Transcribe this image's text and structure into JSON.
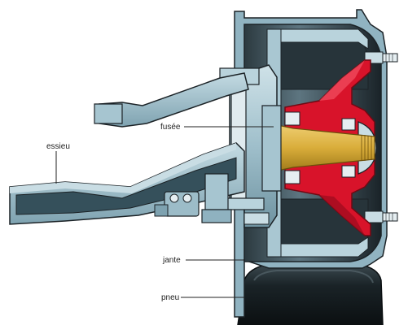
{
  "labels": {
    "essieu": "essieu",
    "fusee": "fusée",
    "jante": "jante",
    "pneu": "pneu"
  },
  "colors": {
    "steel_light": "#b9d3dc",
    "steel_mid": "#8fb2c0",
    "steel_dark": "#4f6f7c",
    "hub_red": "#d8132a",
    "fusee_gold": "#d9ad3a",
    "tire_dark": "#0f1417",
    "outline": "#1b2226"
  }
}
